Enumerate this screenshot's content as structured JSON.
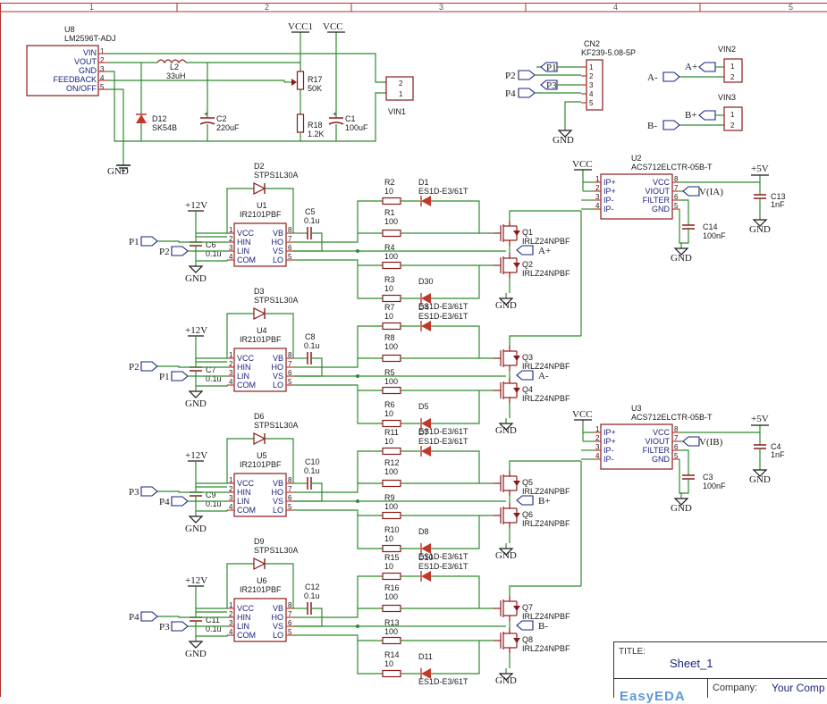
{
  "frame": {
    "columns": [
      "1",
      "2",
      "3",
      "4",
      "5"
    ]
  },
  "title_block": {
    "title_label": "TITLE:",
    "title": "Sheet_1",
    "company_label": "Company:",
    "company": "Your Comp",
    "logo_text": "EasyEDA"
  },
  "power": {
    "vcc": "VCC",
    "vcc1": "VCC1",
    "p12": "+12V",
    "p5": "+5V",
    "gnd": "GND"
  },
  "regulator": {
    "ref": "U8",
    "part": "LM2596T-ADJ",
    "pins": [
      {
        "n": "1",
        "name": "VIN"
      },
      {
        "n": "2",
        "name": "VOUT"
      },
      {
        "n": "3",
        "name": "GND"
      },
      {
        "n": "4",
        "name": "FEEDBACK"
      },
      {
        "n": "5",
        "name": "ON/OFF"
      }
    ]
  },
  "psu_parts": {
    "l2_ref": "L2",
    "l2_val": "33uH",
    "d12_ref": "D12",
    "d12_val": "SK54B",
    "c2_ref": "C2",
    "c2_val": "220uF",
    "r17_ref": "R17",
    "r17_val": "50K",
    "r18_ref": "R18",
    "r18_val": "1.2K",
    "c1_ref": "C1",
    "c1_val": "100uF",
    "vin1": "VIN1",
    "vin1_pins": [
      "2",
      "1"
    ]
  },
  "cn2": {
    "ref": "CN2",
    "part": "KF239-5.08-5P",
    "pins": [
      "1",
      "2",
      "3",
      "4",
      "5"
    ],
    "nets": [
      "P1",
      "P2",
      "P3",
      "P4"
    ]
  },
  "vin2": {
    "ref": "VIN2",
    "net": "A+",
    "pins": [
      "1",
      "2"
    ]
  },
  "vin3": {
    "ref": "VIN3",
    "net": "B+",
    "pins": [
      "1",
      "2"
    ]
  },
  "right_nets": {
    "a_minus": "A-",
    "b_minus": "B-"
  },
  "drivers": [
    {
      "u": "U1",
      "part": "IR2101PBF",
      "boot_d": "D2",
      "boot_dval": "STPS1L30A",
      "cboot": "C5",
      "cbootval": "0.1u",
      "cdec": "C6",
      "cdecval": "0.1u",
      "hin": "P1",
      "lin": "P2",
      "out": "A+",
      "rh": "R2",
      "rhv": "10",
      "dh": "D1",
      "dhv": "ES1D-E3/61T",
      "rgh": "R1",
      "rghv": "100",
      "rgl": "R4",
      "rglv": "100",
      "rl": "R3",
      "rlv": "10",
      "dl": "D30",
      "dlv": "ES1D-E3/61T",
      "qh": "Q1",
      "ql": "Q2",
      "qpart": "IRLZ24NPBF"
    },
    {
      "u": "U4",
      "part": "IR2101PBF",
      "boot_d": "D3",
      "boot_dval": "STPS1L30A",
      "cboot": "C8",
      "cbootval": "0.1u",
      "cdec": "C7",
      "cdecval": "0.1u",
      "hin": "P2",
      "lin": "P1",
      "out": "A-",
      "rh": "R7",
      "rhv": "10",
      "dh": "D4",
      "dhv": "ES1D-E3/61T",
      "rgh": "R8",
      "rghv": "100",
      "rgl": "R5",
      "rglv": "100",
      "rl": "R6",
      "rlv": "10",
      "dl": "D5",
      "dlv": "ES1D-E3/61T",
      "qh": "Q3",
      "ql": "Q4",
      "qpart": "IRLZ24NPBF"
    },
    {
      "u": "U5",
      "part": "IR2101PBF",
      "boot_d": "D6",
      "boot_dval": "STPS1L30A",
      "cboot": "C10",
      "cbootval": "0.1u",
      "cdec": "C9",
      "cdecval": "0.1u",
      "hin": "P3",
      "lin": "P4",
      "out": "B+",
      "rh": "R11",
      "rhv": "10",
      "dh": "D7",
      "dhv": "ES1D-E3/61T",
      "rgh": "R12",
      "rghv": "100",
      "rgl": "R9",
      "rglv": "100",
      "rl": "R10",
      "rlv": "10",
      "dl": "D8",
      "dlv": "ES1D-E3/61T",
      "qh": "Q5",
      "ql": "Q6",
      "qpart": "IRLZ24NPBF"
    },
    {
      "u": "U6",
      "part": "IR2101PBF",
      "boot_d": "D9",
      "boot_dval": "STPS1L30A",
      "cboot": "C12",
      "cbootval": "0.1u",
      "cdec": "C11",
      "cdecval": "0.1u",
      "hin": "P4",
      "lin": "P3",
      "out": "B-",
      "rh": "R15",
      "rhv": "10",
      "dh": "D10",
      "dhv": "ES1D-E3/61T",
      "rgh": "R16",
      "rghv": "100",
      "rgl": "R13",
      "rglv": "100",
      "rl": "R14",
      "rlv": "10",
      "dl": "D11",
      "dlv": "ES1D-E3/61T",
      "qh": "Q7",
      "ql": "Q8",
      "qpart": "IRLZ24NPBF"
    }
  ],
  "driver_pins": {
    "left": [
      {
        "n": "1",
        "name": "VCC"
      },
      {
        "n": "2",
        "name": "HIN"
      },
      {
        "n": "3",
        "name": "LIN"
      },
      {
        "n": "4",
        "name": "COM"
      }
    ],
    "right": [
      {
        "n": "8",
        "name": "VB"
      },
      {
        "n": "7",
        "name": "HO"
      },
      {
        "n": "6",
        "name": "VS"
      },
      {
        "n": "5",
        "name": "LO"
      }
    ]
  },
  "sensors": [
    {
      "ref": "U2",
      "part": "ACS712ELCTR-05B-T",
      "out": "V(IA)",
      "c_f": "C14",
      "c_fv": "100nF",
      "c_v": "C13",
      "c_vv": "1nF"
    },
    {
      "ref": "U3",
      "part": "ACS712ELCTR-05B-T",
      "out": "V(IB)",
      "c_f": "C3",
      "c_fv": "100nF",
      "c_v": "C4",
      "c_vv": "1nF"
    }
  ],
  "sensor_pins": {
    "left": [
      {
        "n": "1",
        "name": "IP+"
      },
      {
        "n": "2",
        "name": "IP+"
      },
      {
        "n": "3",
        "name": "IP-"
      },
      {
        "n": "4",
        "name": "IP-"
      }
    ],
    "right": [
      {
        "n": "8",
        "name": "VCC"
      },
      {
        "n": "7",
        "name": "VIOUT"
      },
      {
        "n": "6",
        "name": "FILTER"
      },
      {
        "n": "5",
        "name": "GND"
      }
    ]
  }
}
